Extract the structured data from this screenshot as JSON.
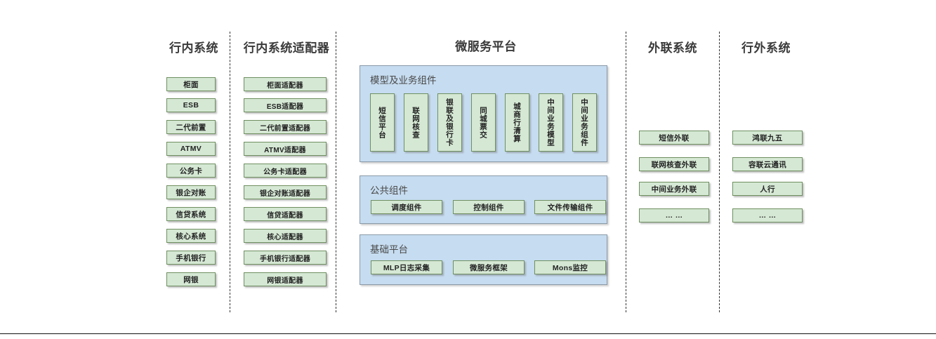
{
  "columns": {
    "internal": {
      "title": "行内系统",
      "items": [
        "柜面",
        "ESB",
        "二代前置",
        "ATMV",
        "公务卡",
        "银企对账",
        "信贷系统",
        "核心系统",
        "手机银行",
        "网银"
      ]
    },
    "adapter": {
      "title": "行内系统适配器",
      "items": [
        "柜面适配器",
        "ESB适配器",
        "二代前置适配器",
        "ATMV适配器",
        "公务卡适配器",
        "银企对账适配器",
        "信贷适配器",
        "核心适配器",
        "手机银行适配器",
        "网银适配器"
      ]
    },
    "external_link": {
      "title": "外联系统",
      "items": [
        "短信外联",
        "联网核查外联",
        "中间业务外联",
        "… …"
      ]
    },
    "outside": {
      "title": "行外系统",
      "items": [
        "鸿联九五",
        "容联云通讯",
        "人行",
        "… …"
      ]
    }
  },
  "platform": {
    "title": "微服务平台",
    "groups": [
      {
        "name": "模型及业务组件",
        "orientation": "vertical",
        "items": [
          "短信平台",
          "联网核查",
          "银联及银行卡",
          "同城票交",
          "城商行清算",
          "中间业务模型",
          "中间业务组件"
        ]
      },
      {
        "name": "公共组件",
        "orientation": "horizontal",
        "items": [
          "调度组件",
          "控制组件",
          "文件传输组件"
        ]
      },
      {
        "name": "基础平台",
        "orientation": "horizontal",
        "items": [
          "MLP日志采集",
          "微服务框架",
          "Mons监控"
        ]
      }
    ]
  },
  "colors": {
    "node_fill": "#d5e8d4",
    "node_border": "#6f8f60",
    "panel_fill": "#c6dcf0",
    "panel_border": "#8a9aa8",
    "title_text": "#3a3a3a"
  }
}
